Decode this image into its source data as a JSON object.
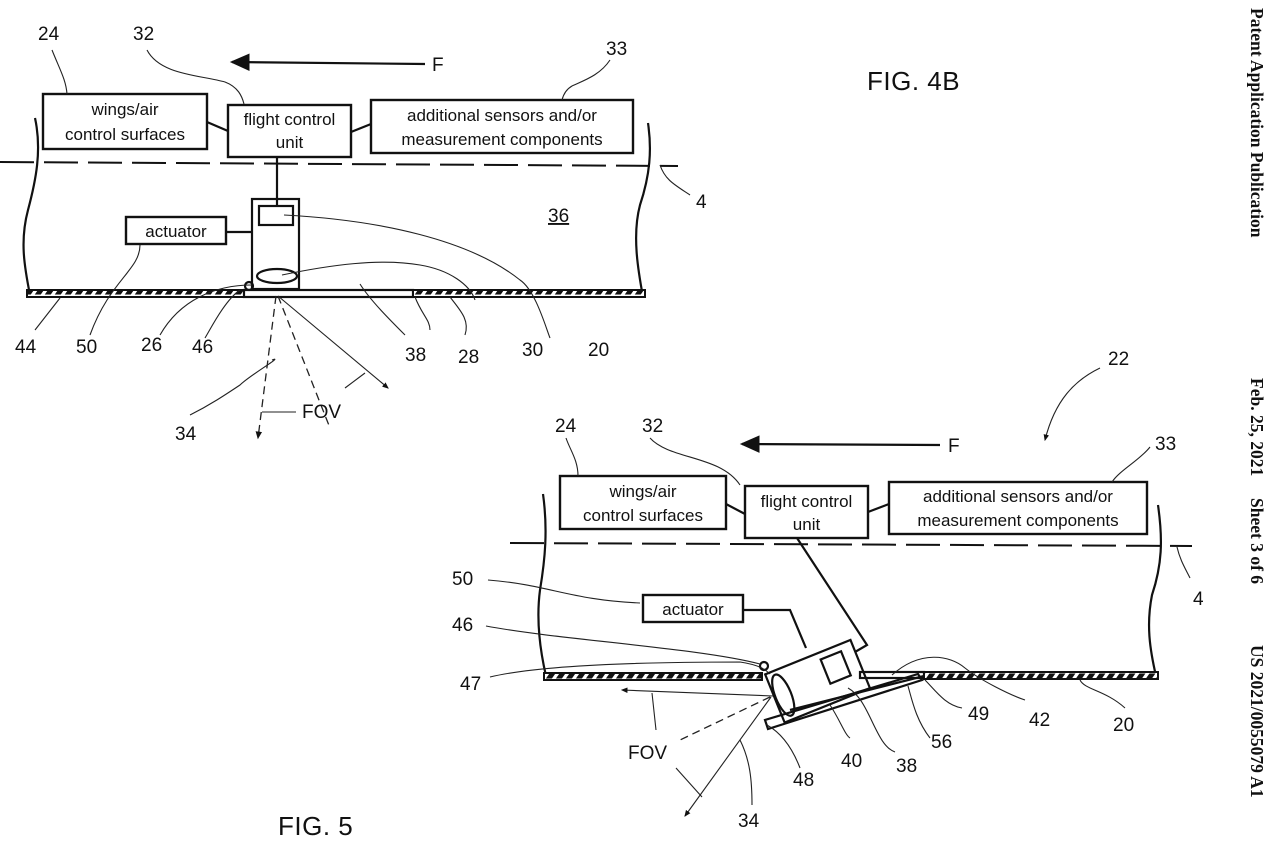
{
  "header": {
    "publication_type": "Patent Application Publication",
    "date": "Feb. 25, 2021",
    "sheet": "Sheet 3 of 6",
    "publication_number": "US 2021/0055079 A1"
  },
  "fig4b": {
    "title": "FIG. 4B",
    "flight_direction_label": "F",
    "boxes": {
      "wings_line1": "wings/air",
      "wings_line2": "control surfaces",
      "fcu_line1": "flight control",
      "fcu_line2": "unit",
      "sensors_line1": "additional sensors and/or",
      "sensors_line2": "measurement components",
      "actuator": "actuator"
    },
    "fov_label": "FOV",
    "refs": {
      "r24": "24",
      "r32": "32",
      "r33": "33",
      "r4": "4",
      "r36": "36",
      "r44": "44",
      "r50": "50",
      "r26": "26",
      "r46": "46",
      "r38": "38",
      "r28": "28",
      "r30": "30",
      "r20": "20",
      "r34": "34"
    }
  },
  "fig5": {
    "title": "FIG. 5",
    "flight_direction_label": "F",
    "boxes": {
      "wings_line1": "wings/air",
      "wings_line2": "control surfaces",
      "fcu_line1": "flight control",
      "fcu_line2": "unit",
      "sensors_line1": "additional sensors and/or",
      "sensors_line2": "measurement components",
      "actuator": "actuator"
    },
    "fov_label": "FOV",
    "refs": {
      "r22": "22",
      "r24": "24",
      "r32": "32",
      "r33": "33",
      "r4": "4",
      "r50": "50",
      "r46": "46",
      "r47": "47",
      "r48": "48",
      "r40": "40",
      "r38": "38",
      "r56": "56",
      "r49": "49",
      "r42": "42",
      "r20": "20",
      "r34": "34"
    }
  }
}
